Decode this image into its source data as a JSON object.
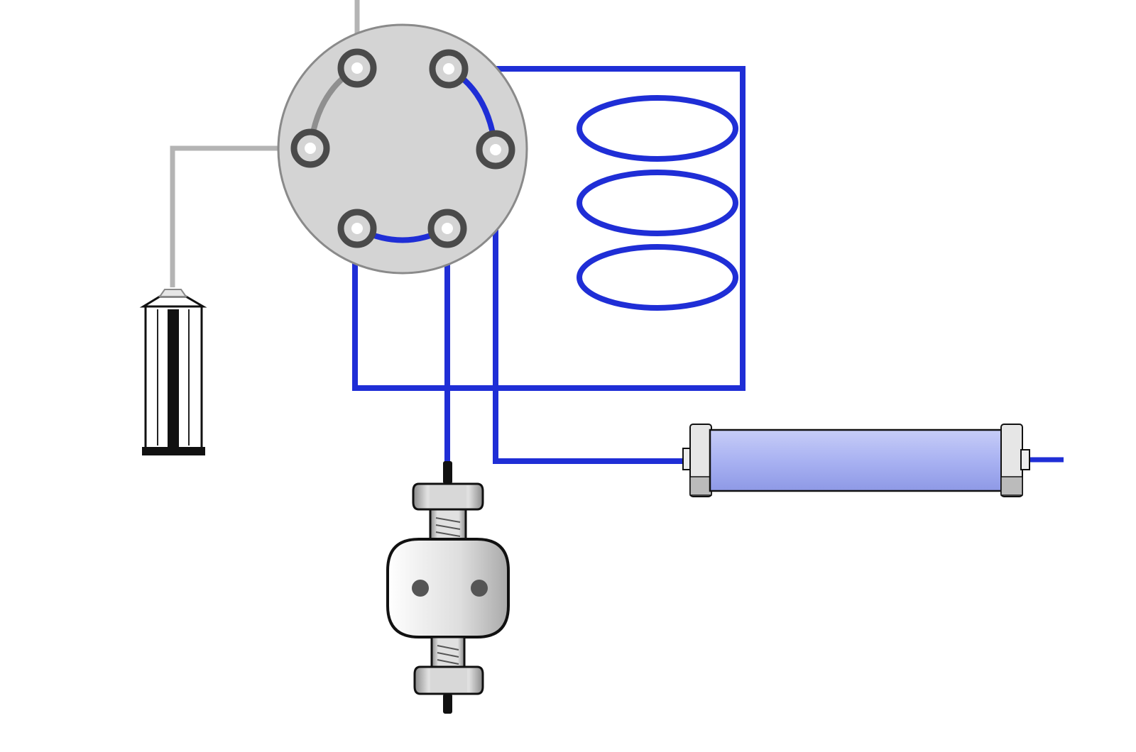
{
  "colors": {
    "background": "#ffffff",
    "active_flow": "#1f2ed6",
    "inactive_flow": "#b4b4b4",
    "inactive_groove": "#8f8f8f",
    "valve_body": "#d4d4d4",
    "valve_outline": "#8a8a8a",
    "port_ring": "#4a4a4a",
    "column_fill": "#a9b2f2",
    "fitting": "#dcdcdc",
    "outline": "#111111"
  },
  "icons": {
    "valve": "six-port-valve-icon",
    "loop": "sample-loop-coil-icon",
    "column": "chromatography-column-icon",
    "injector": "syringe-port-icon",
    "pump": "pump-head-icon"
  },
  "valve": {
    "port_count": 6,
    "active_connections": [
      [
        2,
        3
      ],
      [
        4,
        5
      ]
    ],
    "inactive_connections": [
      [
        1,
        6
      ]
    ]
  },
  "sample_loop": {
    "coil_turns": 3
  }
}
